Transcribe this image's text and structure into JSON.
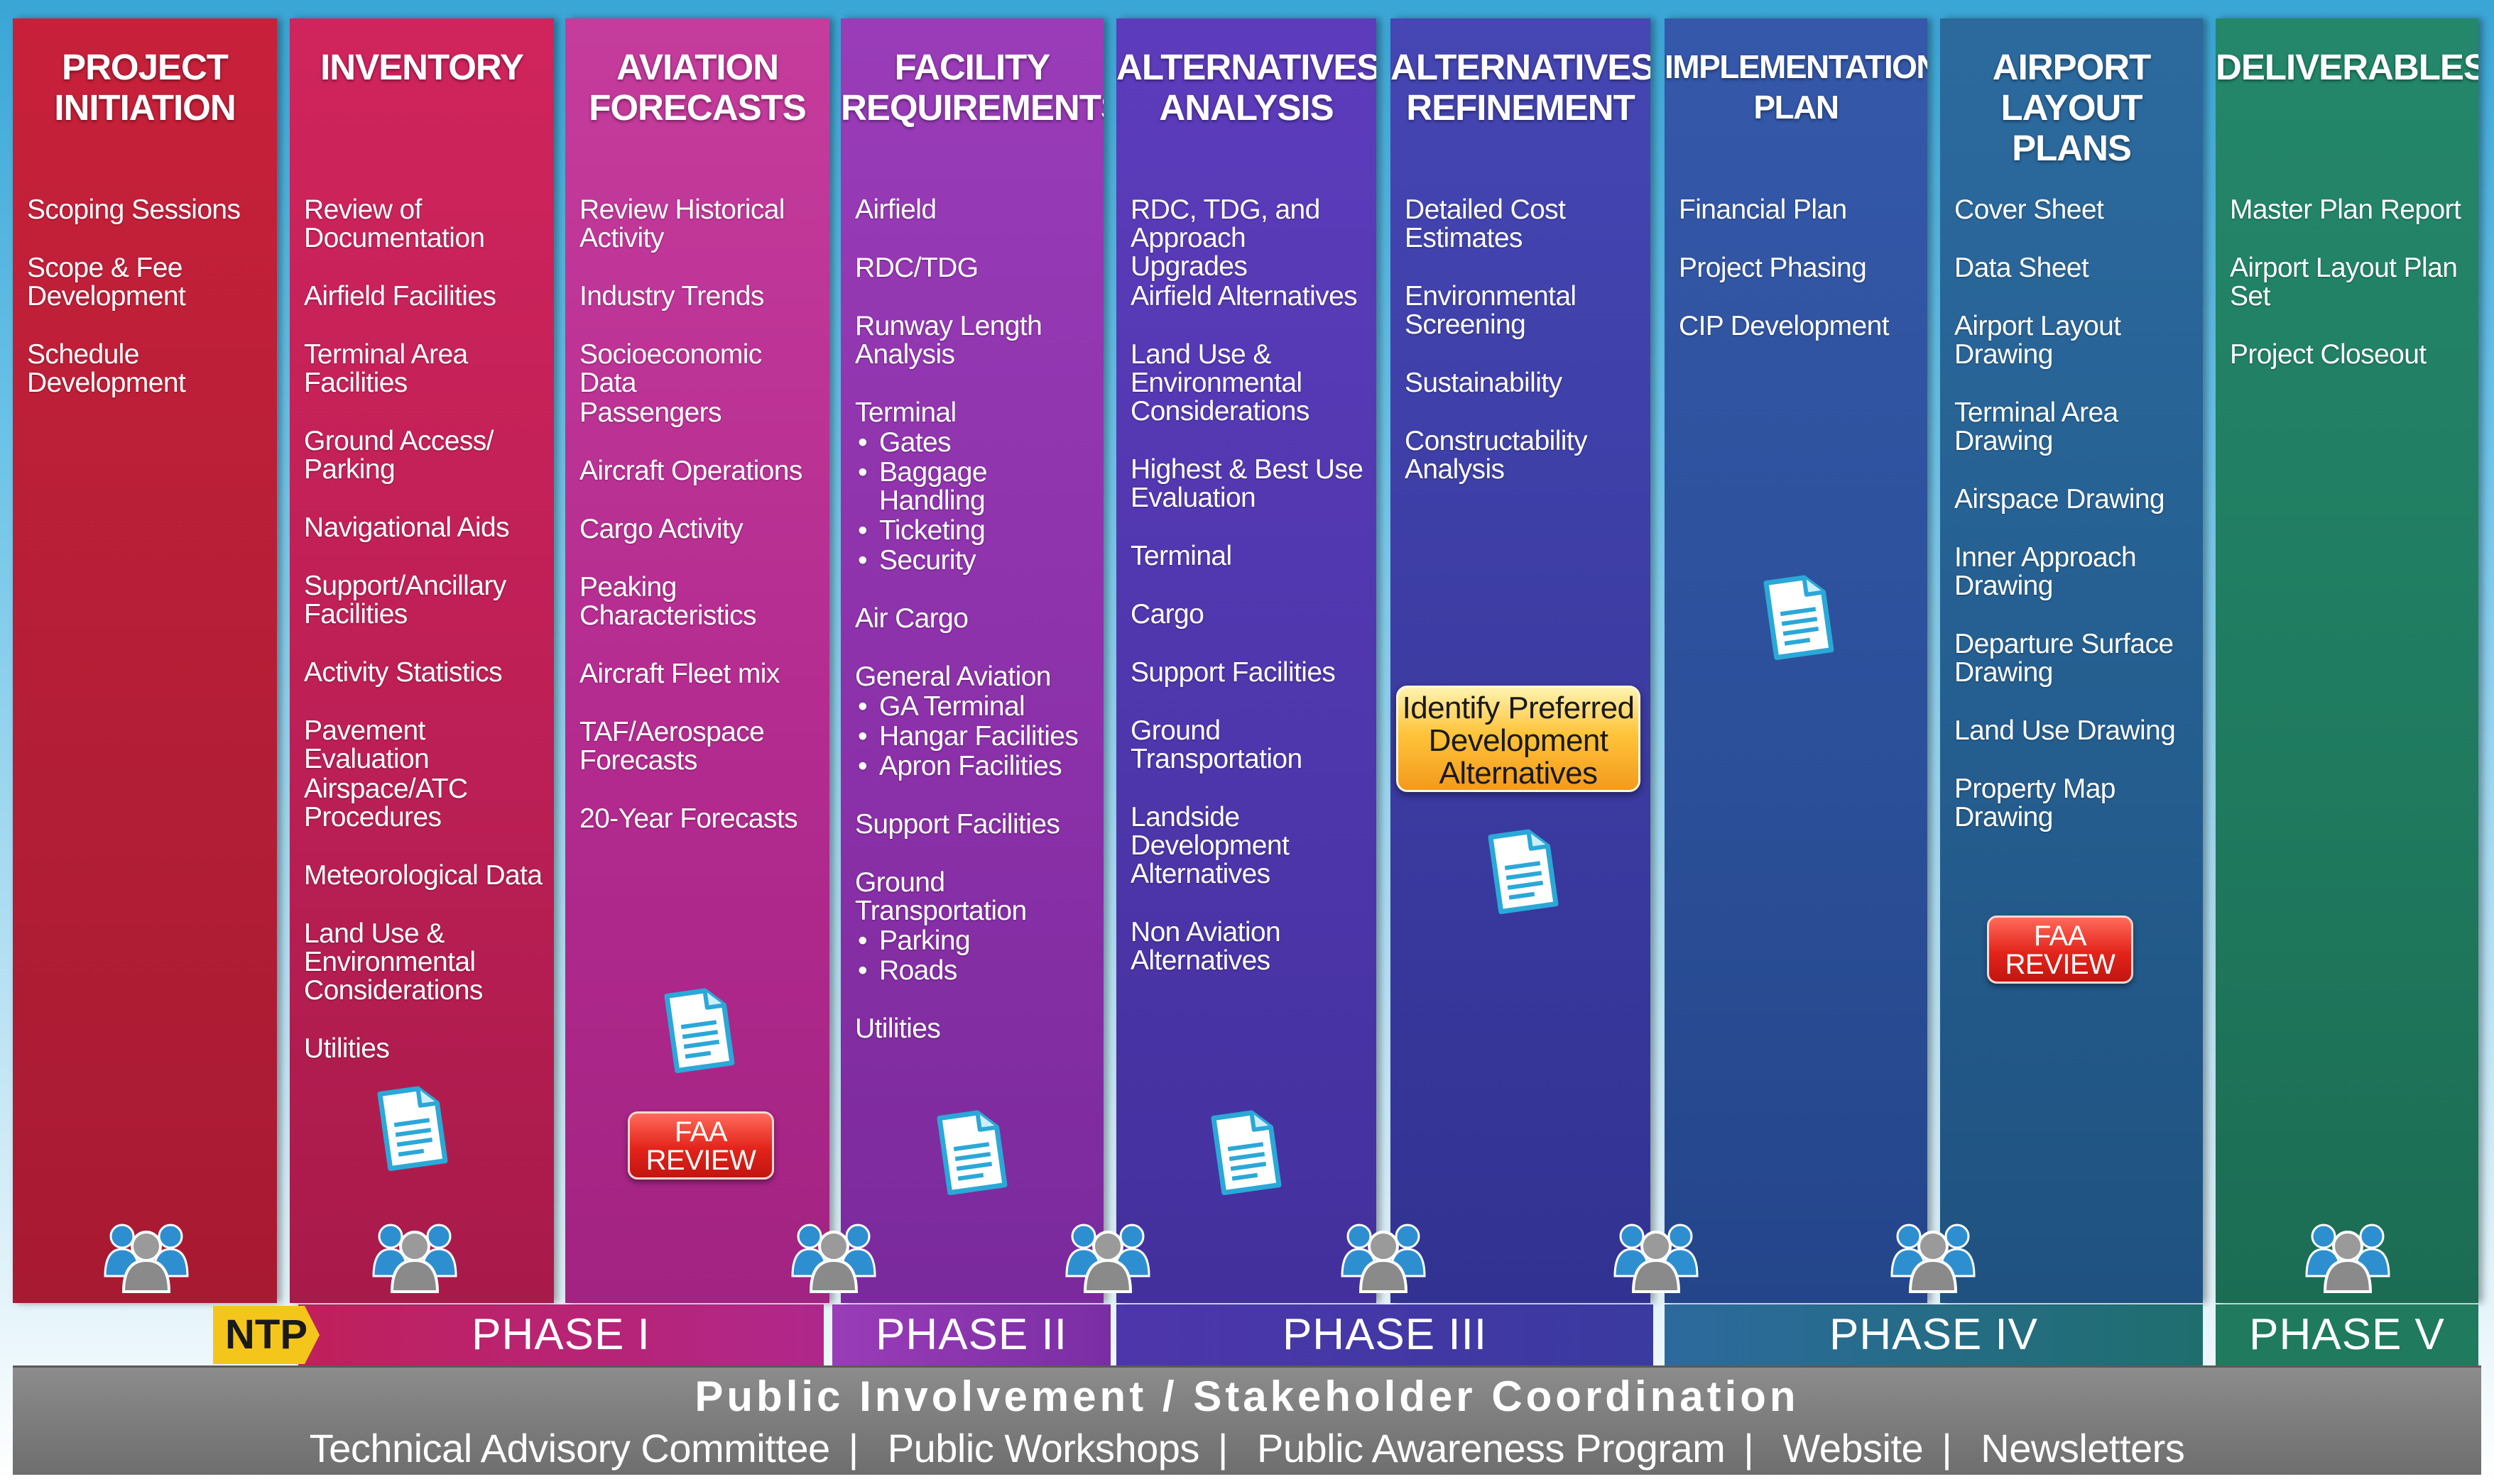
{
  "columns": [
    {
      "title": "PROJECT\nINITIATION",
      "items": [
        {
          "text": "Scoping Sessions"
        },
        {
          "text": "Scope & Fee\nDevelopment"
        },
        {
          "text": "Schedule\nDevelopment"
        }
      ]
    },
    {
      "title": "INVENTORY",
      "items": [
        {
          "text": "Review of\nDocumentation"
        },
        {
          "text": "Airfield Facilities"
        },
        {
          "text": "Terminal Area\nFacilities"
        },
        {
          "text": "Ground Access/\nParking"
        },
        {
          "text": "Navigational Aids"
        },
        {
          "text": "Support/Ancillary\nFacilities"
        },
        {
          "text": "Activity Statistics"
        },
        {
          "text": "Pavement Evaluation"
        },
        {
          "text": "Airspace/ATC\nProcedures"
        },
        {
          "text": "Meteorological Data"
        },
        {
          "text": "Land Use &\nEnvironmental\nConsiderations"
        },
        {
          "text": "Utilities"
        }
      ]
    },
    {
      "title": "AVIATION\nFORECASTS",
      "items": [
        {
          "text": "Review Historical\nActivity"
        },
        {
          "text": "Industry Trends"
        },
        {
          "text": "Socioeconomic Data"
        },
        {
          "text": "Passengers"
        },
        {
          "text": "Aircraft Operations"
        },
        {
          "text": "Cargo Activity"
        },
        {
          "text": "Peaking\nCharacteristics"
        },
        {
          "text": "Aircraft Fleet mix"
        },
        {
          "text": "TAF/Aerospace\nForecasts"
        },
        {
          "text": "20-Year Forecasts"
        }
      ]
    },
    {
      "title": "FACILITY\nREQUIREMENTS",
      "items": [
        {
          "text": "Airfield"
        },
        {
          "text": "RDC/TDG"
        },
        {
          "text": "Runway Length\nAnalysis"
        },
        {
          "text": "Terminal"
        },
        {
          "text": "Gates",
          "sub": true
        },
        {
          "text": "Baggage\nHandling",
          "sub": true
        },
        {
          "text": "Ticketing",
          "sub": true
        },
        {
          "text": "Security",
          "sub": true
        },
        {
          "text": "Air Cargo"
        },
        {
          "text": "General Aviation"
        },
        {
          "text": "GA Terminal",
          "sub": true
        },
        {
          "text": "Hangar Facilities",
          "sub": true
        },
        {
          "text": "Apron Facilities",
          "sub": true
        },
        {
          "text": "Support Facilities"
        },
        {
          "text": "Ground\nTransportation"
        },
        {
          "text": "Parking",
          "sub": true
        },
        {
          "text": "Roads",
          "sub": true
        },
        {
          "text": "Utilities"
        }
      ]
    },
    {
      "title": "ALTERNATIVES\nANALYSIS",
      "items": [
        {
          "text": "RDC, TDG, and\nApproach Upgrades"
        },
        {
          "text": "Airfield Alternatives"
        },
        {
          "text": "Land Use &\nEnvironmental\nConsiderations"
        },
        {
          "text": "Highest & Best Use\nEvaluation"
        },
        {
          "text": "Terminal"
        },
        {
          "text": "Cargo"
        },
        {
          "text": "Support Facilities"
        },
        {
          "text": "Ground\nTransportation"
        },
        {
          "text": "Landside\nDevelopment\nAlternatives"
        },
        {
          "text": "Non Aviation\nAlternatives"
        }
      ]
    },
    {
      "title": "ALTERNATIVES\nREFINEMENT",
      "items": [
        {
          "text": "Detailed Cost\nEstimates"
        },
        {
          "text": "Environmental\nScreening"
        },
        {
          "text": "Sustainability"
        },
        {
          "text": "Constructability\nAnalysis"
        }
      ]
    },
    {
      "title": "IMPLEMENTATION\nPLAN",
      "items": [
        {
          "text": "Financial Plan"
        },
        {
          "text": "Project Phasing"
        },
        {
          "text": "CIP Development"
        }
      ]
    },
    {
      "title": "AIRPORT\nLAYOUT PLANS",
      "items": [
        {
          "text": "Cover Sheet"
        },
        {
          "text": "Data Sheet"
        },
        {
          "text": "Airport Layout\nDrawing"
        },
        {
          "text": "Terminal Area\nDrawing"
        },
        {
          "text": "Airspace Drawing"
        },
        {
          "text": "Inner Approach\nDrawing"
        },
        {
          "text": "Departure Surface\nDrawing"
        },
        {
          "text": "Land Use Drawing"
        },
        {
          "text": "Property Map\nDrawing"
        }
      ]
    },
    {
      "title": "DELIVERABLES",
      "items": [
        {
          "text": "Master Plan Report"
        },
        {
          "text": "Airport Layout Plan\nSet"
        },
        {
          "text": "Project Closeout"
        }
      ]
    }
  ],
  "badges": {
    "faa_review": "FAA\nREVIEW",
    "preferred": "Identify Preferred\nDevelopment\nAlternatives"
  },
  "phases": {
    "ntp": "NTP",
    "labels": [
      "PHASE I",
      "PHASE II",
      "PHASE III",
      "PHASE IV",
      "PHASE V"
    ]
  },
  "public_involvement": {
    "title": "Public Involvement / Stakeholder Coordination",
    "items": [
      "Technical Advisory Committee",
      "Public Workshops",
      "Public Awareness Program",
      "Website",
      "Newsletters"
    ]
  },
  "icons": [
    "document-icon",
    "stakeholder-group-icon"
  ],
  "colors": {
    "col1": "#b8203a",
    "col2": "#c0205a",
    "col3": "#b0278c",
    "col4": "#8a2fa8",
    "col5": "#4d36ab",
    "col6": "#3a3aa0",
    "col7": "#2b4f98",
    "col8": "#245d8e",
    "col9": "#1f7a5e",
    "faa": "#e3241b",
    "preferred": "#f7b12a",
    "ntp": "#f4c61b",
    "public_bar": "#7a7a7a"
  }
}
